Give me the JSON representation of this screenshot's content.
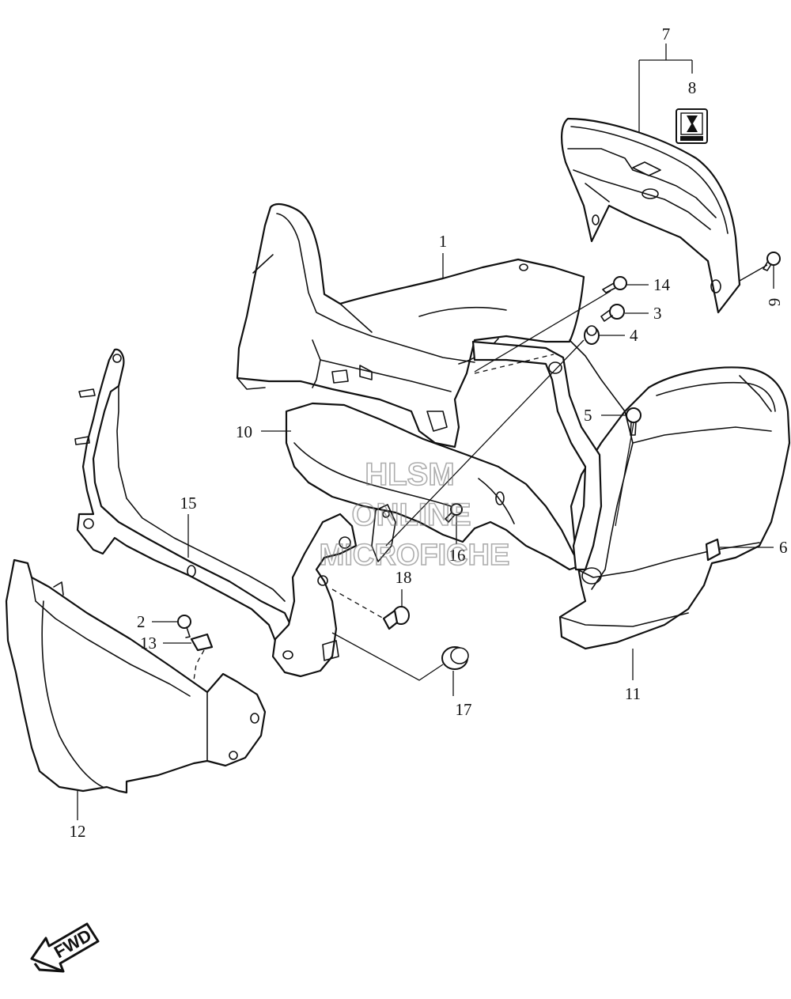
{
  "watermark": {
    "line1": "HLSM",
    "line2": "ONLINE",
    "line3": "MICROFICHE"
  },
  "callouts": [
    {
      "id": "c1",
      "label": "1"
    },
    {
      "id": "c2",
      "label": "2"
    },
    {
      "id": "c3",
      "label": "3"
    },
    {
      "id": "c4",
      "label": "4"
    },
    {
      "id": "c5",
      "label": "5"
    },
    {
      "id": "c6",
      "label": "6"
    },
    {
      "id": "c7",
      "label": "7"
    },
    {
      "id": "c8",
      "label": "8"
    },
    {
      "id": "c9",
      "label": "9"
    },
    {
      "id": "c10",
      "label": "10"
    },
    {
      "id": "c11",
      "label": "11"
    },
    {
      "id": "c12",
      "label": "12"
    },
    {
      "id": "c13",
      "label": "13"
    },
    {
      "id": "c14",
      "label": "14"
    },
    {
      "id": "c15",
      "label": "15"
    },
    {
      "id": "c16",
      "label": "16"
    },
    {
      "id": "c17",
      "label": "17"
    },
    {
      "id": "c18",
      "label": "18"
    }
  ],
  "fwd_arrow": {
    "label": "FWD",
    "icon": "fwd-arrow-icon"
  },
  "emblem": {
    "icon": "suzuki-s-logo-icon"
  }
}
